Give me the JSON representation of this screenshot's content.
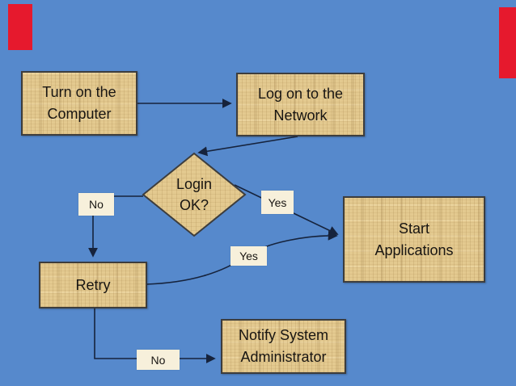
{
  "flowchart": {
    "nodes": [
      {
        "id": "turn-on-computer",
        "type": "process",
        "label": "Turn on the Computer"
      },
      {
        "id": "log-on-network",
        "type": "process",
        "label": "Log on to the Network"
      },
      {
        "id": "login-ok",
        "type": "decision",
        "label": "Login OK?"
      },
      {
        "id": "start-applications",
        "type": "process",
        "label": "Start Applications"
      },
      {
        "id": "retry",
        "type": "process",
        "label": "Retry"
      },
      {
        "id": "notify-system-administrator",
        "type": "process",
        "label": "Notify System Administrator"
      }
    ],
    "connectors": [
      {
        "from": "turn-on-computer",
        "to": "log-on-network",
        "label": ""
      },
      {
        "from": "log-on-network",
        "to": "login-ok",
        "label": ""
      },
      {
        "from": "login-ok",
        "to": "retry",
        "label": "No"
      },
      {
        "from": "login-ok",
        "to": "start-applications",
        "label": "Yes"
      },
      {
        "from": "retry",
        "to": "start-applications",
        "label": "Yes"
      },
      {
        "from": "retry",
        "to": "notify-system-administrator",
        "label": "No"
      }
    ]
  },
  "colors": {
    "background": "#5689cc",
    "node_fill": "#e3c98f",
    "node_border": "#3d3d3d",
    "edge_label_fill": "#f7f0db",
    "connector_line": "#16233c",
    "text": "#181512",
    "accent_red": "#e6192d"
  }
}
